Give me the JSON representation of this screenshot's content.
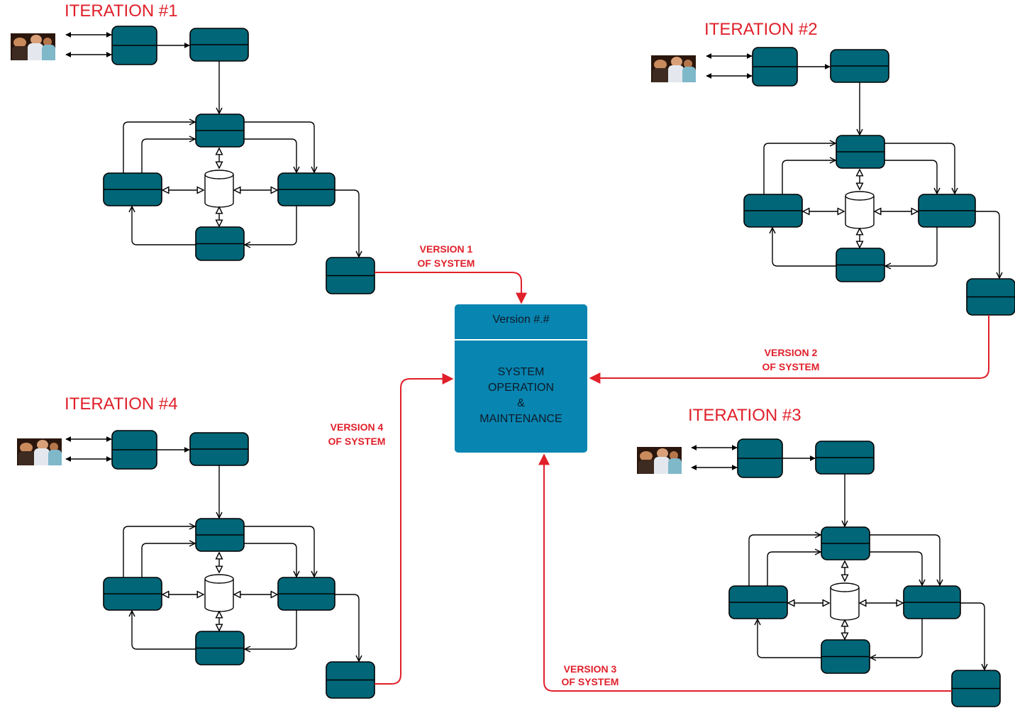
{
  "iterations": [
    {
      "title": "ITERATION #1"
    },
    {
      "title": "ITERATION #2"
    },
    {
      "title": "ITERATION #3"
    },
    {
      "title": "ITERATION #4"
    }
  ],
  "versions": [
    {
      "line1": "VERSION 1",
      "line2": "OF SYSTEM"
    },
    {
      "line1": "VERSION 2",
      "line2": "OF SYSTEM"
    },
    {
      "line1": "VERSION 3",
      "line2": "OF SYSTEM"
    },
    {
      "line1": "VERSION 4",
      "line2": "OF SYSTEM"
    }
  ],
  "center": {
    "header": "Version #.#",
    "lines": [
      "SYSTEM",
      "OPERATION",
      "&",
      "MAINTENANCE"
    ]
  },
  "colors": {
    "process_box": "#006678",
    "center_box": "#0885b0",
    "accent_red": "#e0202a",
    "line": "#000000"
  }
}
